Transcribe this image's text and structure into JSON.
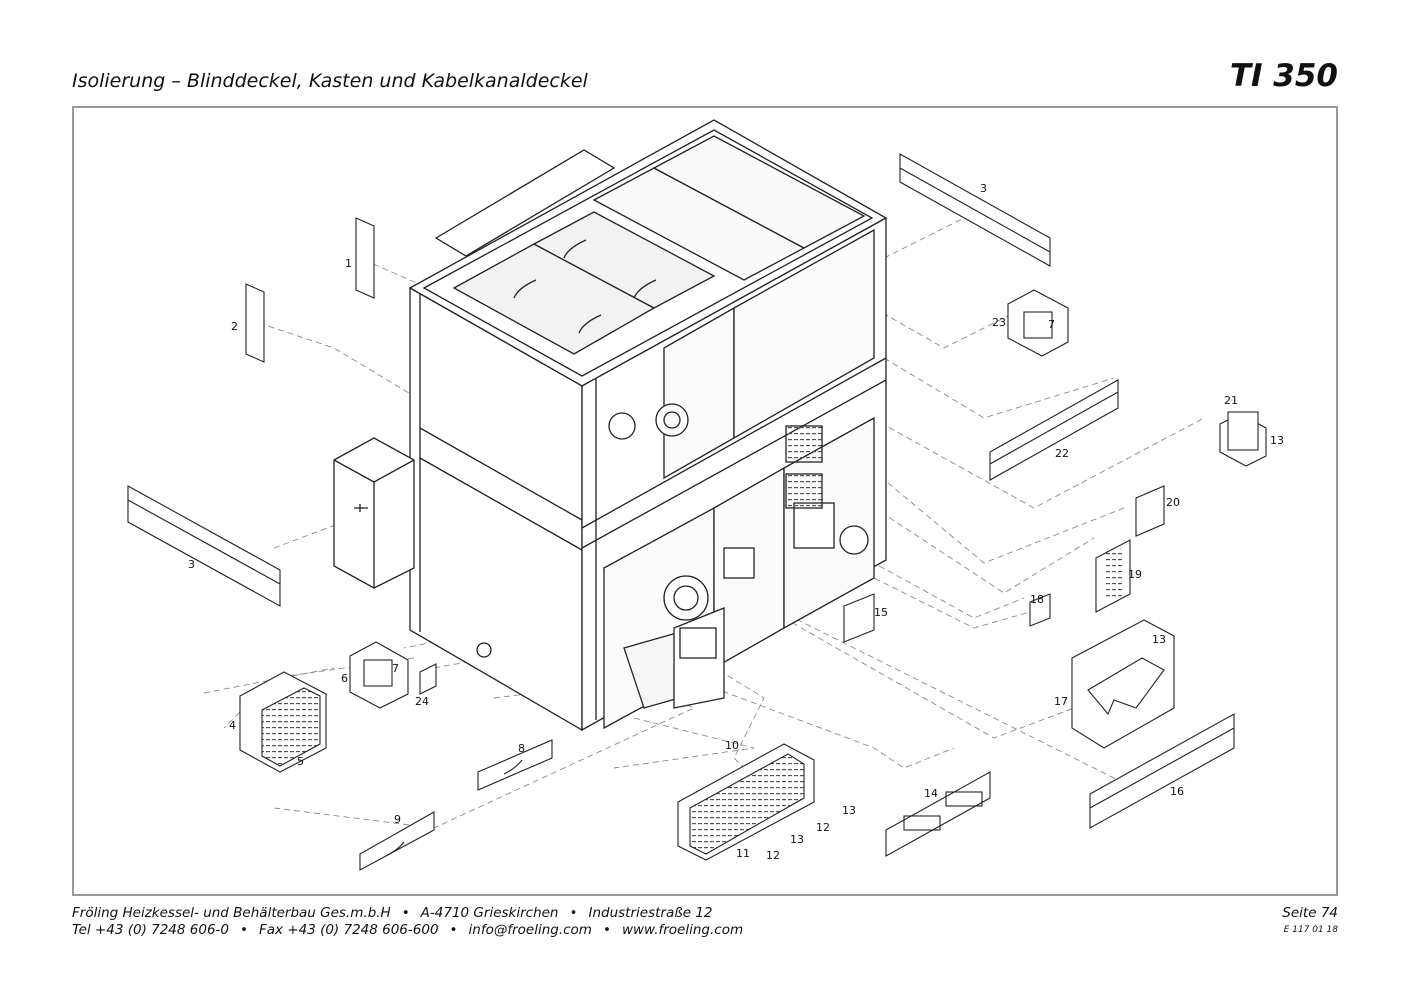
{
  "header": {
    "title": "Isolierung – Blinddeckel, Kasten und Kabelkanaldeckel",
    "model": "TI 350"
  },
  "footer": {
    "company": "Fröling Heizkessel- und Behälterbau Ges.m.b.H",
    "address": "A-4710 Grieskirchen",
    "street": "Industriestraße 12",
    "phone": "Tel +43 (0) 7248 606-0",
    "fax": "Fax +43 (0) 7248 606-600",
    "email": "info@froeling.com",
    "web": "www.froeling.com",
    "separator": "•",
    "page": "Seite 74",
    "doc_code": "E 117 01 18"
  },
  "callouts": [
    "1",
    "2",
    "3",
    "3",
    "4",
    "5",
    "6",
    "7",
    "7",
    "8",
    "9",
    "10",
    "11",
    "12",
    "12",
    "13",
    "13",
    "13",
    "13",
    "14",
    "15",
    "16",
    "17",
    "18",
    "19",
    "20",
    "21",
    "22",
    "23",
    "24"
  ]
}
